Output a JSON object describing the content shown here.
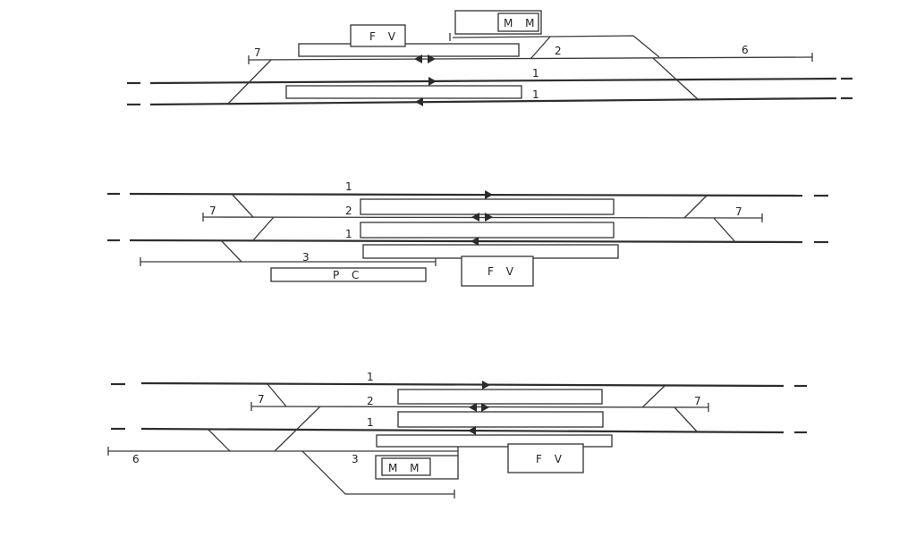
{
  "diagram_1": {
    "labels": {
      "track_7": "7",
      "track_2": "2",
      "track_6": "6",
      "track_1_upper": "1",
      "track_1_lower": "1"
    },
    "buildings": {
      "fv": "F V",
      "mm": "M M"
    }
  },
  "diagram_2": {
    "labels": {
      "track_1_top": "1",
      "track_2": "2",
      "track_1_mid": "1",
      "track_3": "3",
      "track_7_left": "7",
      "track_7_right": "7"
    },
    "buildings": {
      "pc": "P C",
      "fv": "F V"
    }
  },
  "diagram_3": {
    "labels": {
      "track_1_top": "1",
      "track_2": "2",
      "track_1_mid": "1",
      "track_3": "3",
      "track_6": "6",
      "track_7_left": "7",
      "track_7_right": "7"
    },
    "buildings": {
      "mm": "M M",
      "fv": "F V"
    }
  },
  "colors": {
    "ink": "#2e2e2e",
    "paper": "#ffffff"
  }
}
